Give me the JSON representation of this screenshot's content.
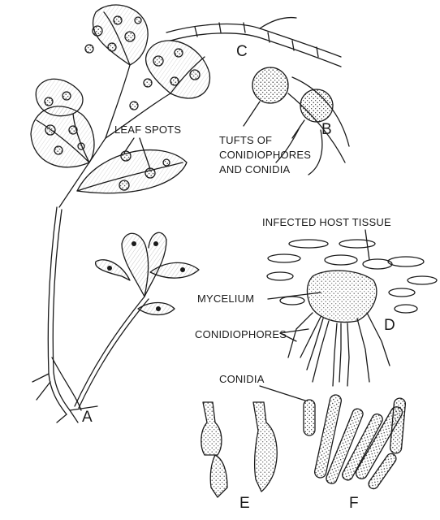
{
  "labels": {
    "leaf_spots": "LEAF SPOTS",
    "tufts_line1": "TUFTS OF",
    "tufts_line2": "CONIDIOPHORES",
    "tufts_line3": "AND CONIDIA",
    "infected_host_tissue": "INFECTED HOST TISSUE",
    "mycelium": "MYCELIUM",
    "conidiophores": "CONIDIOPHORES",
    "conidia": "CONIDIA",
    "part_a": "A",
    "part_b": "B",
    "part_c": "C",
    "part_d": "D",
    "part_e": "E",
    "part_f": "F"
  },
  "colors": {
    "ink": "#1a1a1a",
    "paper": "#ffffff"
  }
}
